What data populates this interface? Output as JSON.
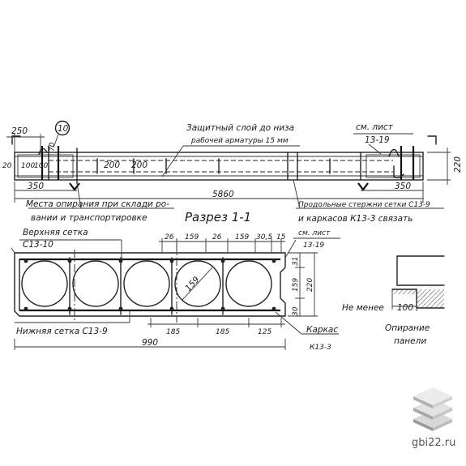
{
  "drawing": {
    "top_view": {
      "dim_250": "250",
      "circle_ref": "10",
      "dim_70": "70",
      "dim_20": "20",
      "dim_100_a": "100",
      "dim_100_b": "100",
      "dim_200_a": "200",
      "dim_200_b": "200",
      "dim_350_left": "350",
      "dim_350_right": "350",
      "dim_5860": "5860",
      "dim_220": "220",
      "protective_layer_1": "Защитный слой до низа",
      "protective_layer_2": "рабочей арматуры 15 мм",
      "see_sheet_1": "см. лист",
      "see_sheet_2": "13-19",
      "supports_1": "Места опирания при склади ро-",
      "supports_2": "вании и транспортировке",
      "rods_1": "Продольные стержни сетки С13-9",
      "rods_2": "и каркасов К13-3 связать"
    },
    "section": {
      "title": "Разрез 1-1",
      "upper_mesh_1": "Верхняя сетка",
      "upper_mesh_2": "С13-10",
      "lower_mesh": "Нижняя сетка С13-9",
      "frame_1": "Каркас",
      "frame_2": "К13-3",
      "see_sheet_1": "см. лист",
      "see_sheet_2": "13-19",
      "dim_26_a": "26",
      "dim_159_a": "159",
      "dim_26_b": "26",
      "dim_159_b": "159",
      "dim_30_5": "30,5",
      "dim_15": "15",
      "dim_159_diam": "159",
      "dim_31": "31",
      "dim_159_v": "159",
      "dim_220": "220",
      "dim_30": "30",
      "dim_185_a": "185",
      "dim_185_b": "185",
      "dim_125": "125",
      "dim_990": "990"
    },
    "support_detail": {
      "not_less_1": "Не менее",
      "not_less_2": "100",
      "caption_1": "Опирание",
      "caption_2": "панели"
    }
  },
  "watermark": {
    "text": "gbi22.ru",
    "icon": "stacked-slabs-icon"
  }
}
